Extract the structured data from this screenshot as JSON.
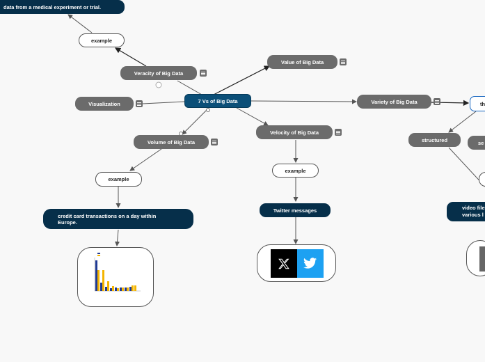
{
  "nodes": {
    "central": "7 Vs of Big Data",
    "veracity": "Veracity of Big Data",
    "veracity_example": "example",
    "veracity_example_text": "data from a medical experiment or trial.",
    "value": "Value of Big Data",
    "visualization": "Visualization",
    "variety": "Variety of Big Data",
    "variety_child_partial": "th",
    "structured": "structured",
    "semi_partial": "se",
    "variety_example_text_partial": "video files\nvarious l",
    "velocity": "Velocity of Big Data",
    "velocity_example": "example",
    "velocity_example_text": "Twitter messages",
    "volume": "Volume of Big Data",
    "volume_example": "example",
    "volume_example_text": "credit card transactions on a day within\nEurope."
  },
  "colors": {
    "background": "#f8f8f8",
    "gray_node": "#6b6b6b",
    "dark_node": "#062f4a",
    "central_node": "#0b4f78",
    "twitter_blue": "#1da1f2",
    "x_black": "#000000",
    "bar_blue": "#1f3a93",
    "bar_yellow": "#f4b400"
  },
  "icons": [
    "notes-icon",
    "x-logo-icon",
    "twitter-bird-icon",
    "bar-chart-thumbnail"
  ]
}
